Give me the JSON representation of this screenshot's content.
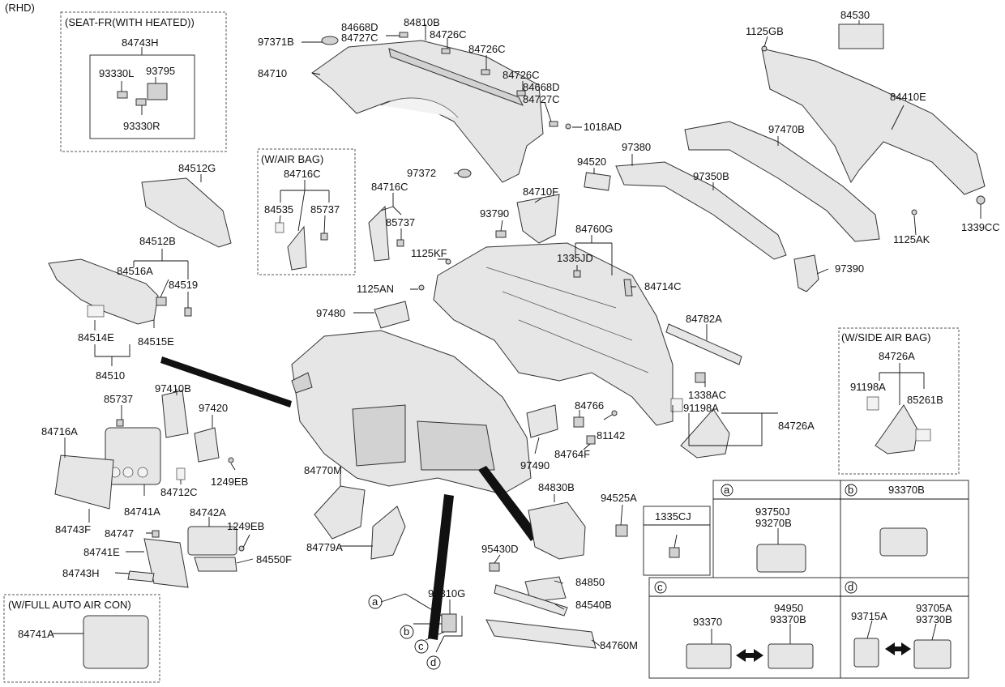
{
  "corner_label": "(RHD)",
  "groups": {
    "seat_fr": "(SEAT-FR(WITH HEATED))",
    "air_bag": "(W/AIR BAG)",
    "side_air_bag": "(W/SIDE AIR BAG)",
    "full_auto": "(W/FULL AUTO AIR CON)"
  },
  "insets": {
    "a": "a",
    "b": "b",
    "c": "c",
    "d": "d",
    "box_1335cj": "1335CJ"
  },
  "labels": {
    "p84743H_top": "84743H",
    "p93330L": "93330L",
    "p93795": "93795",
    "p93330R": "93330R",
    "p97371B": "97371B",
    "p84668D_a": "84668D",
    "p84727C_a": "84727C",
    "p84810B": "84810B",
    "p84726C_a": "84726C",
    "p84726C_b": "84726C",
    "p84726C_c": "84726C",
    "p84710": "84710",
    "p84668D_b": "84668D",
    "p84727C_b": "84727C",
    "p1018AD": "1018AD",
    "p84530": "84530",
    "p1125GB": "1125GB",
    "p84410E": "84410E",
    "p97470B": "97470B",
    "p97380": "97380",
    "p94520": "94520",
    "p97350B": "97350B",
    "p1339CC": "1339CC",
    "p1125AK": "1125AK",
    "p97390": "97390",
    "p84512G": "84512G",
    "p84716C_a": "84716C",
    "p84535": "84535",
    "p85737_a": "85737",
    "p97372": "97372",
    "p84716C_b": "84716C",
    "p85737_b": "85737",
    "p84710F": "84710F",
    "p93790": "93790",
    "p84760G": "84760G",
    "p1335JD": "1335JD",
    "p1125KF": "1125KF",
    "p84714C": "84714C",
    "p1125AN": "1125AN",
    "p84512B": "84512B",
    "p84516A": "84516A",
    "p84519": "84519",
    "p84514E": "84514E",
    "p84515E": "84515E",
    "p84510": "84510",
    "p97480": "97480",
    "p84782A": "84782A",
    "p84726A_side": "84726A",
    "p91198A_side": "91198A",
    "p85261B": "85261B",
    "p1338AC": "1338AC",
    "p91198A": "91198A",
    "p84726A": "84726A",
    "p85737_c": "85737",
    "p97410B": "97410B",
    "p97420": "97420",
    "p84716A": "84716A",
    "p84712C": "84712C",
    "p1249EB_a": "1249EB",
    "p84741A": "84741A",
    "p84743F": "84743F",
    "p84770M": "84770M",
    "p84766": "84766",
    "p81142": "81142",
    "p84764F": "84764F",
    "p97490": "97490",
    "p84742A": "84742A",
    "p1249EB_b": "1249EB",
    "p84747": "84747",
    "p84741E": "84741E",
    "p84550F": "84550F",
    "p84743H": "84743H",
    "p84779A": "84779A",
    "p84830B": "84830B",
    "p94525A": "94525A",
    "p93750J": "93750J",
    "p93270B": "93270B",
    "p93370B_b": "93370B",
    "p95430D": "95430D",
    "p84850": "84850",
    "p93310G": "93310G",
    "p84540B": "84540B",
    "p84760M": "84760M",
    "p84741A_full": "84741A",
    "p93370": "93370",
    "p94950": "94950",
    "p93370B_c": "93370B",
    "p93715A": "93715A",
    "p93705A": "93705A",
    "p93730B": "93730B"
  }
}
